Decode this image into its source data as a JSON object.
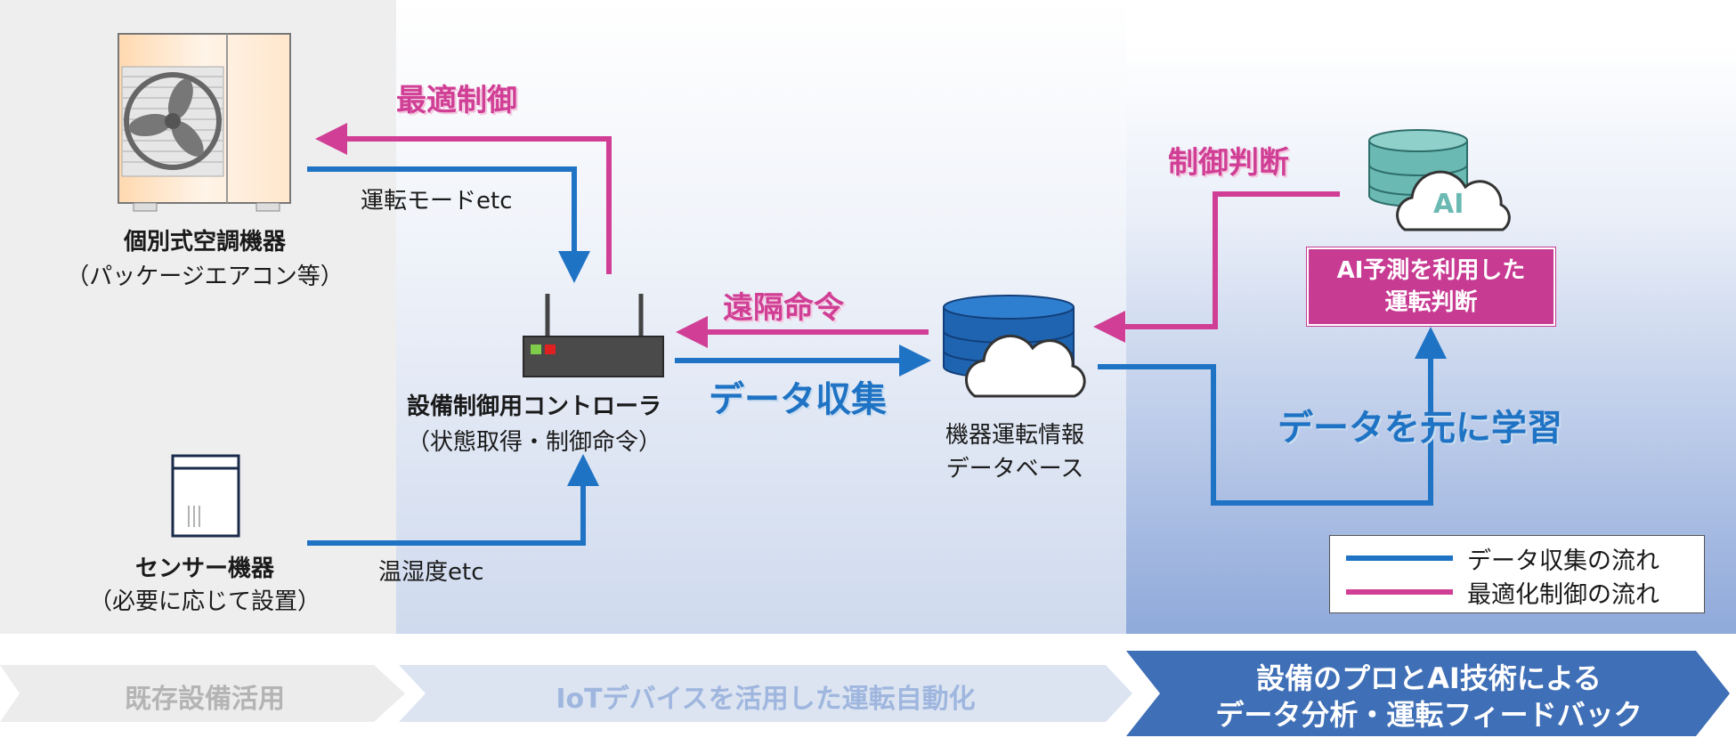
{
  "colors": {
    "data_flow": "#1f73c4",
    "control_flow": "#d03f95",
    "existing_zone": "#eeeeee",
    "iot_zone": "#e8eef8",
    "ai_zone": "#a9bde3",
    "stage_dark": "#3f6fb6"
  },
  "devices": {
    "aircon": {
      "icon": "air-conditioner-outdoor-unit",
      "name": "個別式空調機器",
      "sub": "（パッケージエアコン等）"
    },
    "sensor": {
      "icon": "sensor-device",
      "name": "センサー機器",
      "sub": "（必要に応じて設置）"
    },
    "controller": {
      "icon": "router-controller",
      "name": "設備制御用コントローラ",
      "sub": "（状態取得・制御命令）"
    },
    "database": {
      "icon": "database-cloud",
      "line1": "機器運転情報",
      "line2": "データベース"
    },
    "ai": {
      "icon": "ai-database-cloud",
      "badge": "AI",
      "box_line1": "AI予測を利用した",
      "box_line2": "運転判断"
    }
  },
  "labels": {
    "optimal_control": "最適制御",
    "operation_mode": "運転モードetc",
    "temp_humidity": "温湿度etc",
    "remote_command": "遠隔命令",
    "data_collection": "データ収集",
    "control_decision": "制御判断",
    "learn_from_data": "データを元に学習"
  },
  "legend": {
    "items": [
      {
        "label": "データ収集の流れ",
        "color": "#1f73c4"
      },
      {
        "label": "最適化制御の流れ",
        "color": "#d03f95"
      }
    ]
  },
  "stages": [
    {
      "label": "既存設備活用"
    },
    {
      "label": "IoTデバイスを活用した運転自動化"
    },
    {
      "line1": "設備のプロとAI技術による",
      "line2": "データ分析・運転フィードバック"
    }
  ]
}
